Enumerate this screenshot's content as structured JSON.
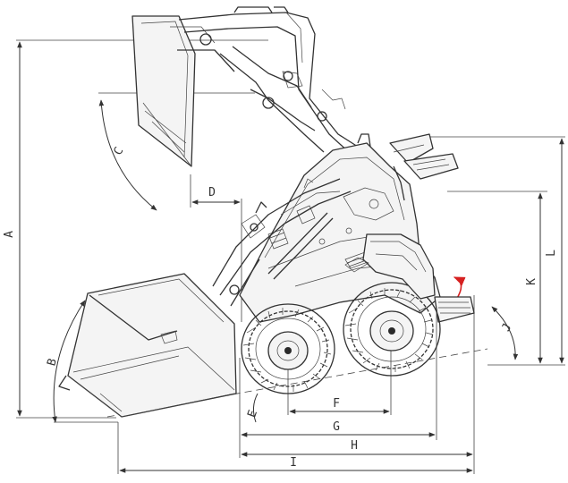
{
  "colors": {
    "line": "#333333",
    "background": "#ffffff",
    "arrow_accent": "#d62020"
  },
  "dimension_labels": {
    "A": "A",
    "B": "B",
    "C": "C",
    "D": "D",
    "E": "E",
    "F": "F",
    "G": "G",
    "H": "H",
    "I": "I",
    "J": "J",
    "K": "K",
    "L": "L"
  }
}
